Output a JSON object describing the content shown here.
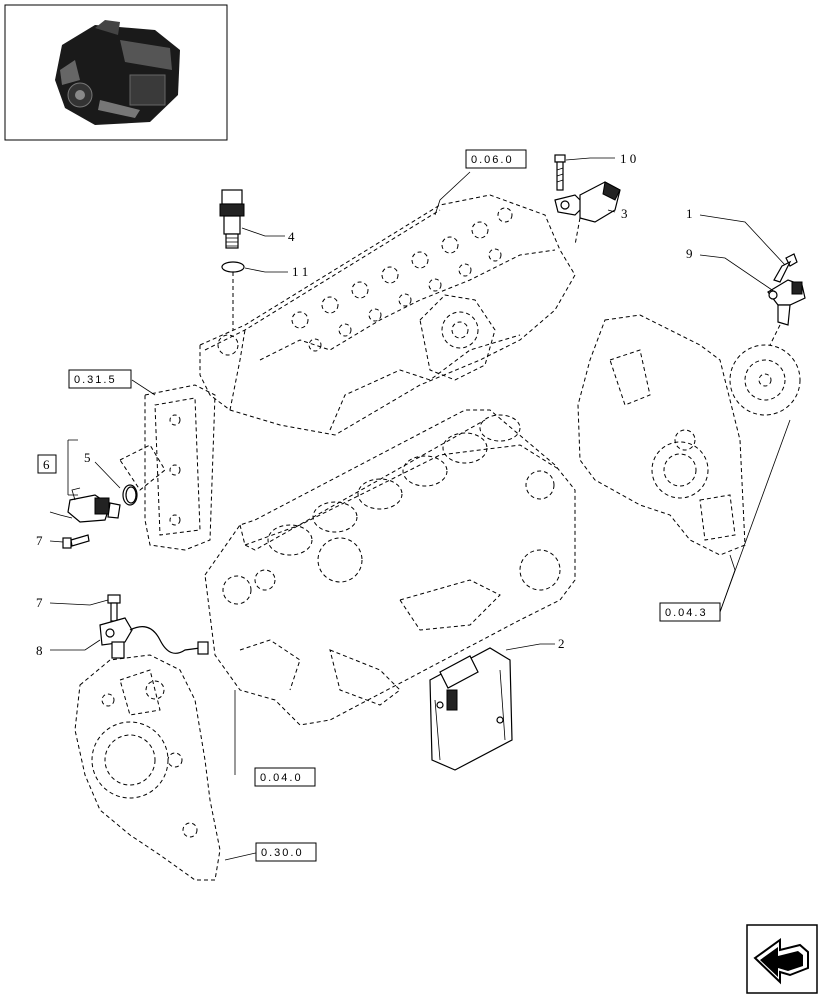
{
  "callouts": {
    "c1": "1",
    "c2": "2",
    "c3": "3",
    "c4": "4",
    "c5": "5",
    "c6": "6",
    "c7a": "7",
    "c7b": "7",
    "c8": "8",
    "c9": "9",
    "c10": "1 0",
    "c11": "1 1"
  },
  "references": {
    "cylinder_head": "0.06.0",
    "oil_cooler": "0.31.5",
    "front_cover": "0.04.3",
    "crankcase": "0.04.0",
    "flywheel_housing": "0.30.0"
  },
  "icons": {
    "thumbnail": "engine-thumbnail-icon",
    "nav": "next-page-arrow-icon"
  }
}
